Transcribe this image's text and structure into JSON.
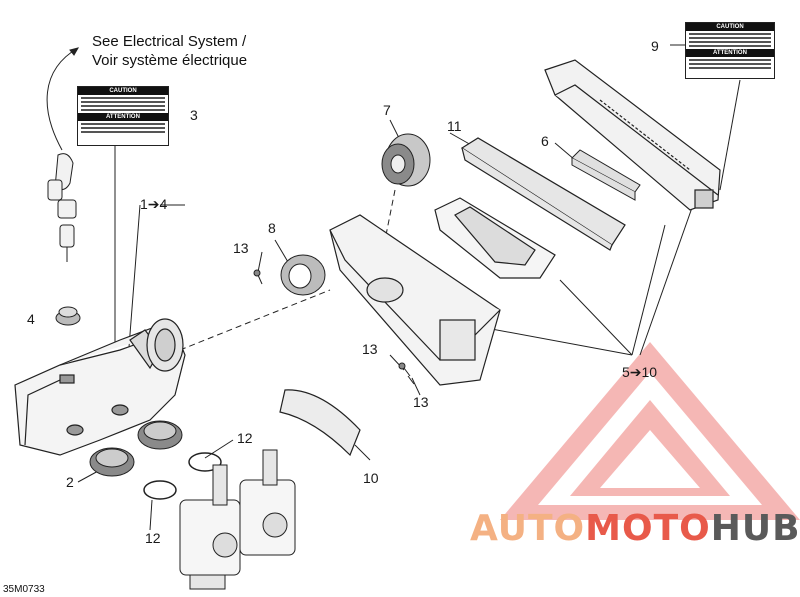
{
  "diagram": {
    "reference_note": "See Electrical System /\nVoir système électrique",
    "drawing_code": "35M0733",
    "callouts": [
      {
        "id": "c1to4",
        "text": "1➔4"
      },
      {
        "id": "c2",
        "text": "2"
      },
      {
        "id": "c3",
        "text": "3"
      },
      {
        "id": "c4",
        "text": "4"
      },
      {
        "id": "c5to10",
        "text": "5➔10"
      },
      {
        "id": "c6",
        "text": "6"
      },
      {
        "id": "c7",
        "text": "7"
      },
      {
        "id": "c8",
        "text": "8"
      },
      {
        "id": "c9",
        "text": "9"
      },
      {
        "id": "c10",
        "text": "10"
      },
      {
        "id": "c11",
        "text": "11"
      },
      {
        "id": "c12a",
        "text": "12"
      },
      {
        "id": "c12b",
        "text": "12"
      },
      {
        "id": "c13a",
        "text": "13"
      },
      {
        "id": "c13b",
        "text": "13"
      },
      {
        "id": "c13c",
        "text": "13"
      }
    ],
    "caution_label": {
      "header": "CAUTION",
      "header_fr": "ATTENTION"
    }
  },
  "watermark": {
    "word_part1": "AUTO",
    "word_part2": "MOTO",
    "word_part3": "HUB",
    "colors": {
      "part1": "#f4b183",
      "part2": "#e85a4a",
      "part3": "#5a5a5a",
      "triangle": "#e8504a"
    }
  }
}
